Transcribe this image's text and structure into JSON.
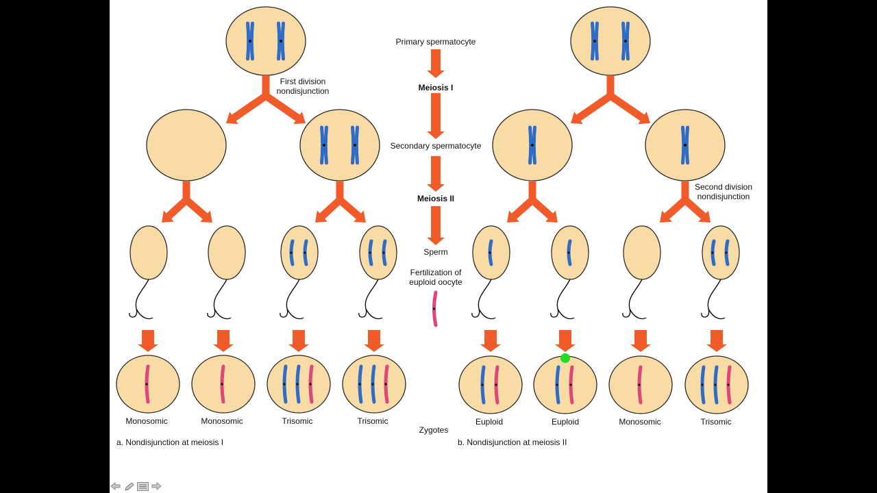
{
  "labels": {
    "primary_spermatocyte": "Primary spermatocyte",
    "meiosis_i": "Meiosis I",
    "secondary_spermatocyte": "Secondary spermatocyte",
    "meiosis_ii": "Meiosis II",
    "sperm": "Sperm",
    "fertilization_line1": "Fertilization of",
    "fertilization_line2": "euploid oocyte",
    "zygotes": "Zygotes",
    "first_division_line1": "First division",
    "first_division_line2": "nondisjunction",
    "second_division_line1": "Second division",
    "second_division_line2": "nondisjunction"
  },
  "panels": {
    "a_caption": "a. Nondisjunction at meiosis I",
    "b_caption": "b. Nondisjunction at meiosis II",
    "a_zygote_labels": [
      "Monosomic",
      "Monosomic",
      "Trisomic",
      "Trisomic"
    ],
    "b_zygote_labels": [
      "Euploid",
      "Euploid",
      "Monosomic",
      "Trisomic"
    ]
  },
  "colors": {
    "cell_fill": "#f9dba6",
    "cell_stroke": "#2a2a2a",
    "arrow": "#f15a29",
    "paternal_chromosome": "#2f6cc7",
    "maternal_chromosome": "#e0457b",
    "pointer": "#22dd22"
  },
  "nav_icons": [
    "back-arrow-icon",
    "pen-icon",
    "menu-icon",
    "forward-arrow-icon"
  ]
}
